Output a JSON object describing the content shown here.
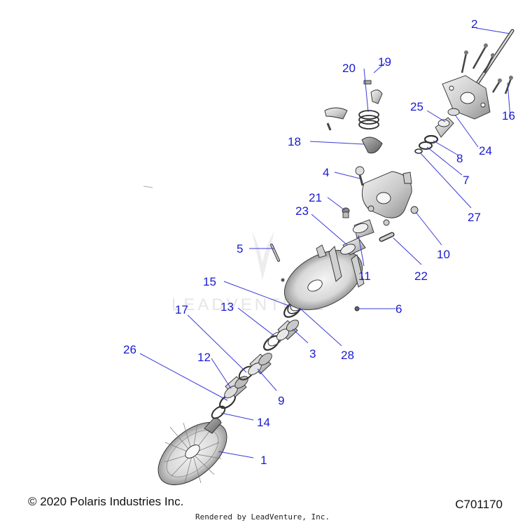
{
  "diagram": {
    "callouts": [
      "1",
      "2",
      "3",
      "4",
      "5",
      "6",
      "7",
      "8",
      "9",
      "10",
      "11",
      "12",
      "13",
      "14",
      "15",
      "16",
      "17",
      "18",
      "19",
      "20",
      "21",
      "22",
      "23",
      "24",
      "25",
      "26",
      "27",
      "28"
    ],
    "watermark": "LEADVENTURE"
  },
  "footer": {
    "copyright": "© 2020 Polaris Industries Inc.",
    "figure_code": "C701170",
    "rendered_by": "Rendered by LeadVenture, Inc."
  }
}
